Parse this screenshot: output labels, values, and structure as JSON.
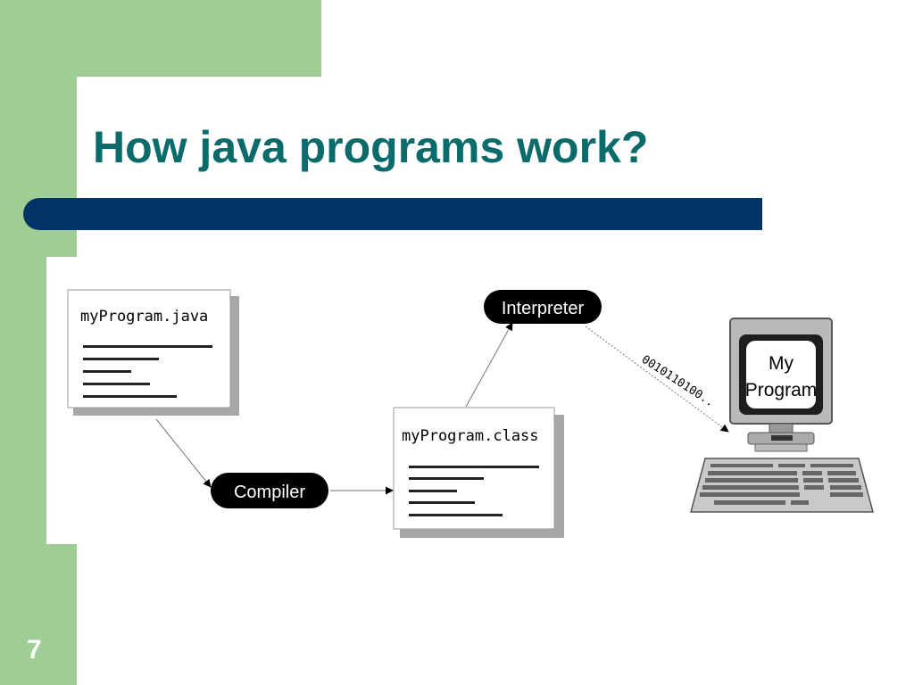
{
  "slide": {
    "title": "How java programs work?",
    "number": "7"
  },
  "diagram": {
    "source_file": "myProgram.java",
    "compiler": "Compiler",
    "class_file": "myProgram.class",
    "interpreter": "Interpreter",
    "bytecode": "0010110100..",
    "monitor_line1": "My",
    "monitor_line2": "Program"
  },
  "colors": {
    "green": "#9fcd96",
    "title": "#0b6b6b",
    "bar": "#003466"
  }
}
